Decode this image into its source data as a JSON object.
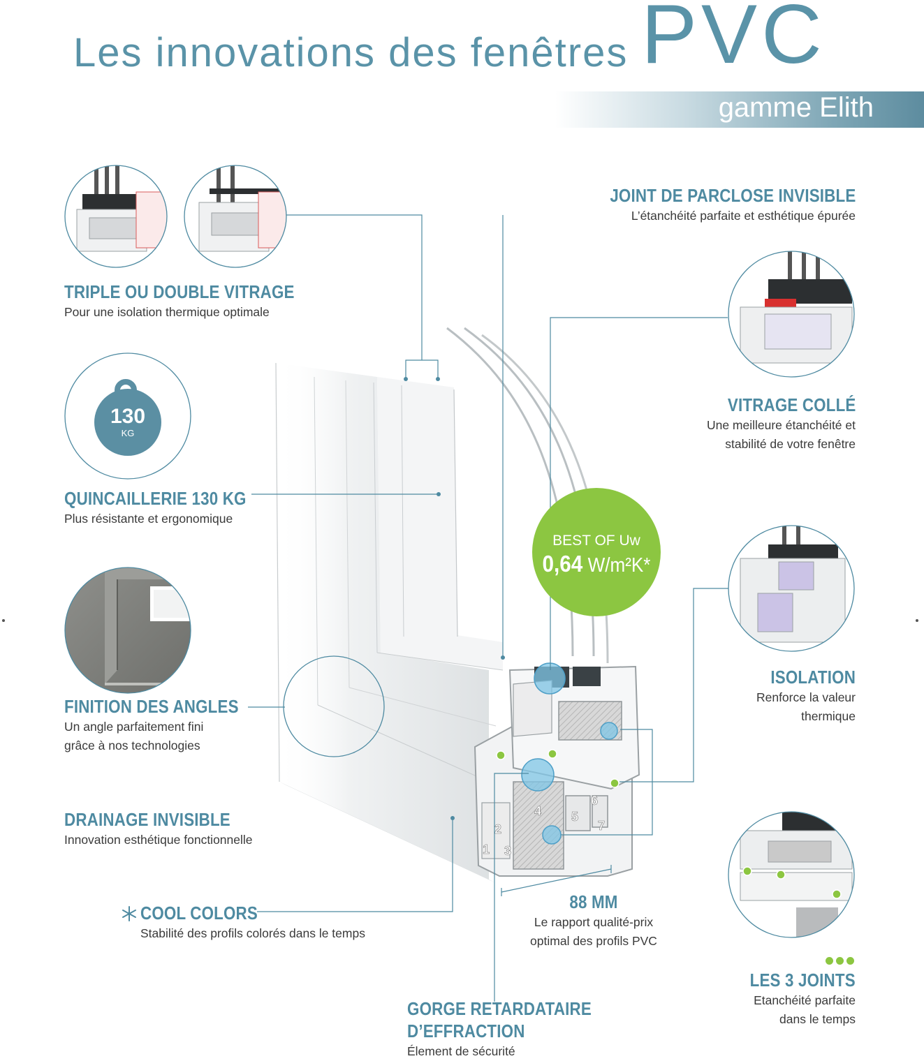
{
  "header": {
    "title_prefix": "Les innovations des fenêtres",
    "title_pvc": "PVC",
    "subtitle": "gamme Elith"
  },
  "features": {
    "triple_vitrage": {
      "title": "TRIPLE OU DOUBLE VITRAGE",
      "desc": "Pour une isolation thermique optimale"
    },
    "quincaillerie": {
      "title": "QUINCAILLERIE 130 KG",
      "desc": "Plus résistante et ergonomique",
      "weight_value": "130",
      "weight_unit": "KG"
    },
    "finition": {
      "title": "FINITION DES ANGLES",
      "desc_line1": "Un angle parfaitement fini",
      "desc_line2": "grâce à nos technologies"
    },
    "drainage": {
      "title": "DRAINAGE INVISIBLE",
      "desc": "Innovation esthétique fonctionnelle"
    },
    "cool_colors": {
      "title": "COOL COLORS",
      "desc": "Stabilité des profils colorés dans le temps"
    },
    "gorge": {
      "title_line1": "GORGE RETARDATAIRE",
      "title_line2": "D’EFFRACTION",
      "desc": "Élement de sécurité"
    },
    "mm88": {
      "title": "88 MM",
      "desc_line1": "Le rapport qualité-prix",
      "desc_line2": "optimal des profils PVC"
    },
    "joint_parclose": {
      "title": "JOINT DE PARCLOSE INVISIBLE",
      "desc": "L’étanchéité parfaite et esthétique épurée"
    },
    "vitrage_colle": {
      "title": "VITRAGE COLLÉ",
      "desc_line1": "Une meilleure étanchéité et",
      "desc_line2": "stabilité de votre fenêtre"
    },
    "isolation": {
      "title": "ISOLATION",
      "desc_line1": "Renforce la valeur",
      "desc_line2": "thermique"
    },
    "joints3": {
      "title": "LES 3 JOINTS",
      "desc_line1": "Etanchéité parfaite",
      "desc_line2": "dans le temps"
    }
  },
  "badge": {
    "line1_prefix": "BEST OF ",
    "line1_uw": "Uw",
    "value": "0,64",
    "unit": " W/m²K*"
  },
  "chambers": [
    "1",
    "2",
    "3",
    "4",
    "5",
    "6",
    "7"
  ],
  "colors": {
    "accent": "#4e8aa1",
    "title": "#5a93a8",
    "green": "#8cc641",
    "line": "#4e8aa1",
    "bubble": "#7fc6e6"
  }
}
